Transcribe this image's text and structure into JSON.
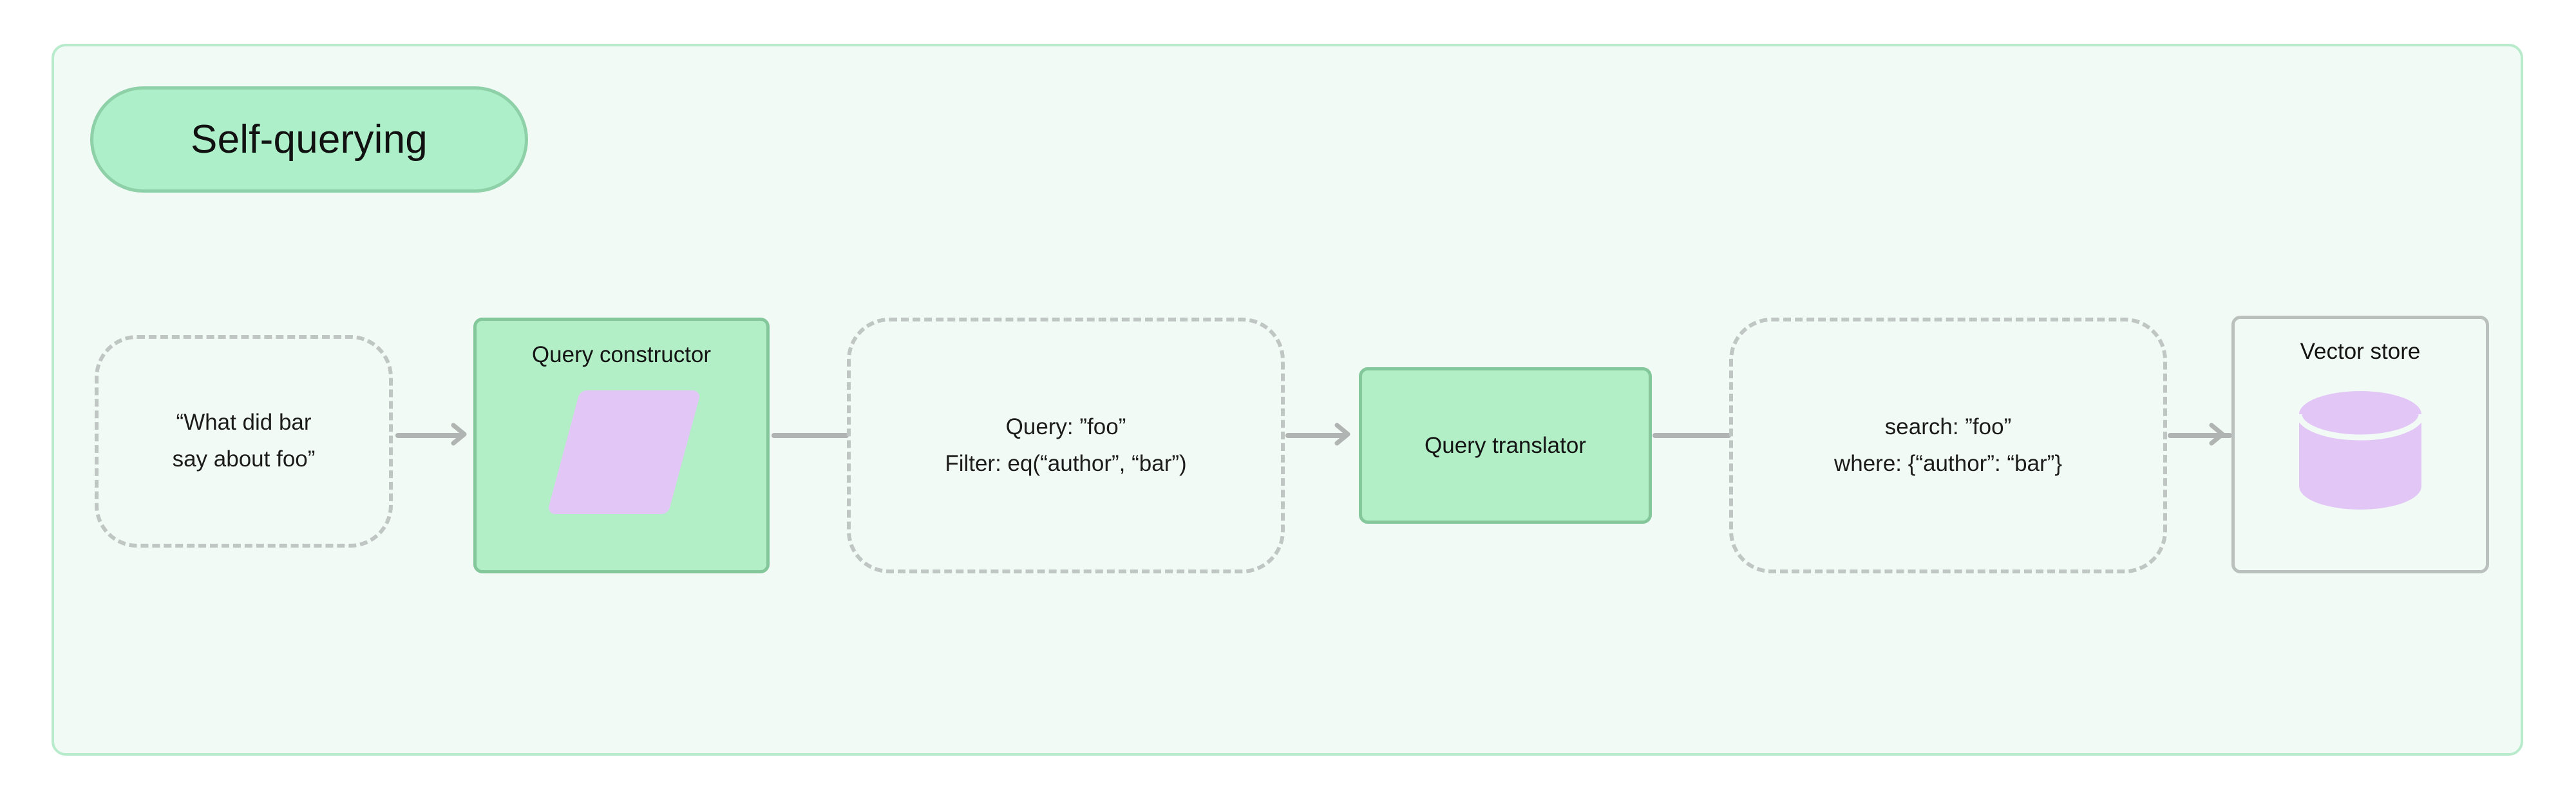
{
  "diagram": {
    "title": "Self-querying",
    "type": "flowchart",
    "direction": "left-to-right",
    "colors": {
      "panel_background": "#f2faf6",
      "panel_border": "#b8ebcb",
      "title_pill_fill": "#adefc8",
      "title_pill_border": "#8ed1a8",
      "process_fill": "#b2efc6",
      "process_border": "#84c79b",
      "io_border": "#bfc6c4",
      "store_border": "#b9c0be",
      "icon_purple": "#e2c7f6",
      "edge": "#b0b4b2",
      "text": "#141414"
    },
    "nodes": [
      {
        "id": "question",
        "shape": "dashed-rounded",
        "lines": [
          "“What did bar",
          "say about foo”"
        ]
      },
      {
        "id": "query-constructor",
        "shape": "process",
        "title": "Query constructor",
        "icon": "parallelogram-icon"
      },
      {
        "id": "query-output",
        "shape": "dashed-rounded",
        "lines": [
          "Query: ”foo”",
          "Filter: eq(“author”, “bar”)"
        ]
      },
      {
        "id": "query-translator",
        "shape": "process",
        "title": "Query translator"
      },
      {
        "id": "translated-output",
        "shape": "dashed-rounded",
        "lines": [
          "search: ”foo”",
          "where: {“author”: “bar”}"
        ]
      },
      {
        "id": "vector-store",
        "shape": "store",
        "title": "Vector store",
        "icon": "database-cylinder-icon"
      }
    ],
    "edges": [
      {
        "from": "question",
        "to": "query-constructor",
        "arrowhead": true
      },
      {
        "from": "query-constructor",
        "to": "query-output",
        "arrowhead": false
      },
      {
        "from": "query-output",
        "to": "query-translator",
        "arrowhead": true
      },
      {
        "from": "query-translator",
        "to": "translated-output",
        "arrowhead": false
      },
      {
        "from": "translated-output",
        "to": "vector-store",
        "arrowhead": true
      }
    ]
  }
}
